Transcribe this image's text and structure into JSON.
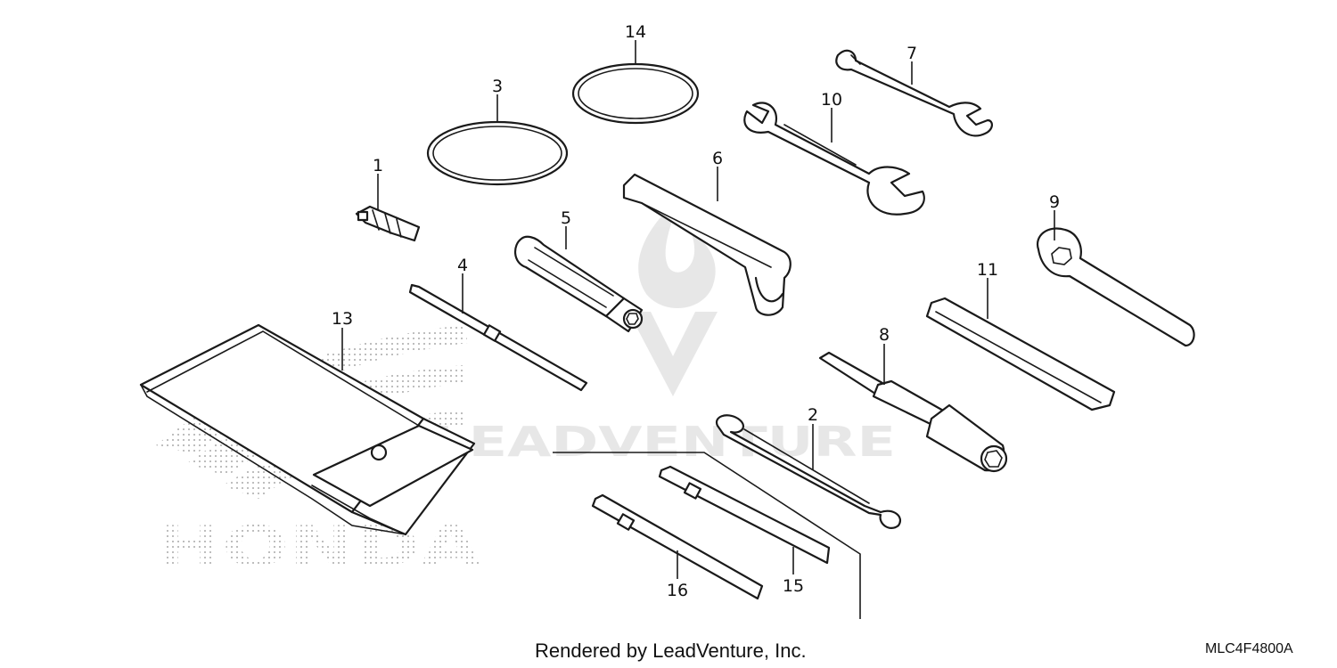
{
  "diagram": {
    "callouts": [
      {
        "id": "1",
        "label": "1"
      },
      {
        "id": "2",
        "label": "2"
      },
      {
        "id": "3",
        "label": "3"
      },
      {
        "id": "4",
        "label": "4"
      },
      {
        "id": "5",
        "label": "5"
      },
      {
        "id": "6",
        "label": "6"
      },
      {
        "id": "7",
        "label": "7"
      },
      {
        "id": "8",
        "label": "8"
      },
      {
        "id": "9",
        "label": "9"
      },
      {
        "id": "10",
        "label": "10"
      },
      {
        "id": "11",
        "label": "11"
      },
      {
        "id": "13",
        "label": "13"
      },
      {
        "id": "14",
        "label": "14"
      },
      {
        "id": "15",
        "label": "15"
      },
      {
        "id": "16",
        "label": "16"
      }
    ],
    "watermark_text": "LEADVENTURE",
    "background_logo_text": "HONDA"
  },
  "footer": {
    "credit": "Rendered by LeadVenture, Inc.",
    "diagram_code": "MLC4F4800A"
  },
  "colors": {
    "line": "#1a1a1a",
    "watermark": "#cfcfcf",
    "background": "#ffffff"
  }
}
